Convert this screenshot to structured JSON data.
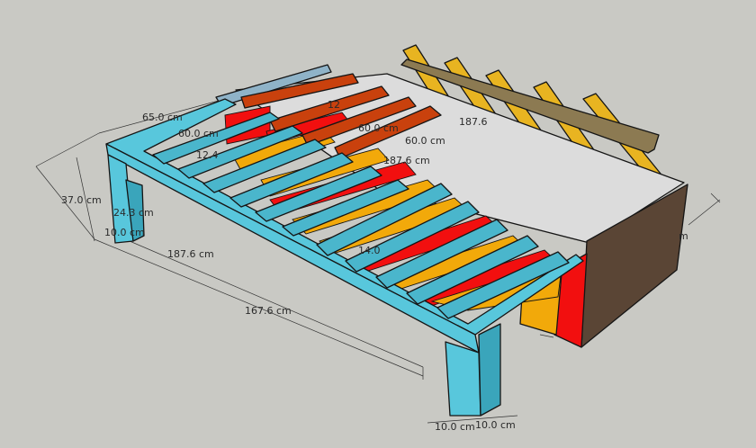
{
  "colors": {
    "background": "#c9c9c4",
    "frame": "#58c7dc",
    "frame_dark": "#3aa5bb",
    "slat_cyan": "#4ab6cc",
    "slat_orange": "#f2a90a",
    "slat_red": "#f20f0f",
    "slat_rust": "#c9410d",
    "headboard_slat": "#e8b421",
    "headboard_brace": "#8c7a52",
    "panel_brown": "#5a4535",
    "panel_grey": "#dcdcdc"
  },
  "dimensions": {
    "width_65": "65.0 cm",
    "width_60_a": "60.0 cm",
    "width_60_b": "60.0 cm",
    "width_60_c": "60.0 cm",
    "depth_12": "12.4",
    "length_187_a": "187.6 cm",
    "length_187_b": "187.6 cm",
    "length_187_c": "187.6",
    "length_167": "167.6 cm",
    "height_37": "37.0 cm",
    "height_24": "24.3 cm",
    "leg_10_a": "10.0 cm",
    "leg_10_b": "10.0 cm",
    "leg_10_c": "10.0 cm",
    "inner_14": "14.0",
    "right_partial": "m",
    "top_12": "12"
  }
}
